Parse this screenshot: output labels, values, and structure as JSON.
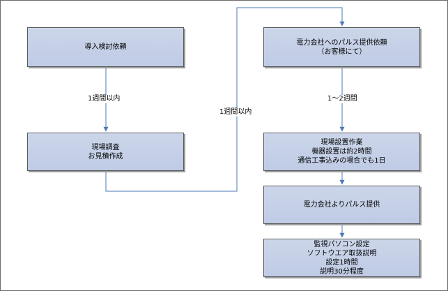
{
  "boxes": {
    "b1": {
      "lines": [
        "導入検討依頼"
      ]
    },
    "b2": {
      "lines": [
        "現場調査",
        "お見積作成"
      ]
    },
    "b3": {
      "lines": [
        "電力会社へのパルス提供依頼",
        "（お客様にて）"
      ]
    },
    "b4": {
      "lines": [
        "現場設置作業",
        "機器設置は約2時間",
        "通信工事込みの場合でも1日"
      ]
    },
    "b5": {
      "lines": [
        "電力会社よりパルス提供"
      ]
    },
    "b6": {
      "lines": [
        "監視パソコン設定",
        "ソフトウエア取扱説明",
        "設定1時間",
        "説明30分程度"
      ]
    }
  },
  "labels": {
    "l1": "1週間以内",
    "l2": "1週間以内",
    "l3": "1～2週間"
  },
  "colors": {
    "box_fill": "#c6d1e8",
    "connector": "#4a7ab8",
    "border": "#5a5a5a"
  }
}
